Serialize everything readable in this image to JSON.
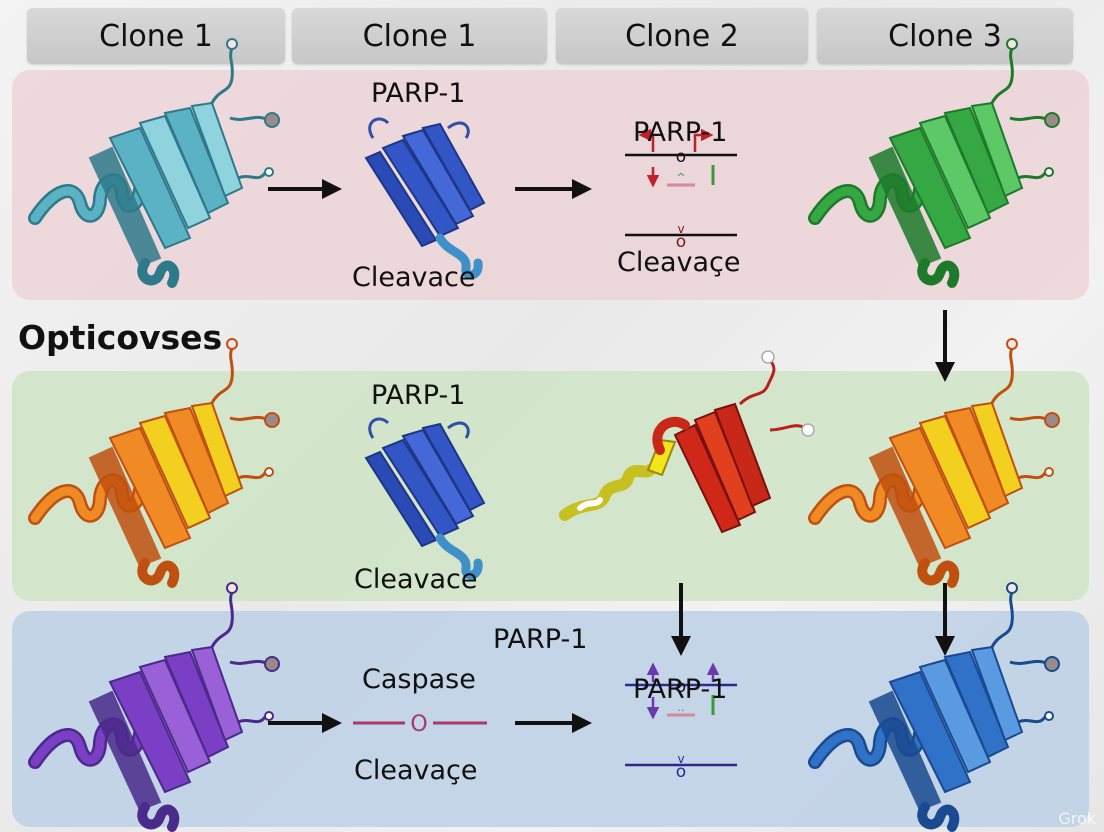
{
  "header": {
    "tabs": [
      "Clone 1",
      "Clone 1",
      "Clone 2",
      "Clone 3"
    ]
  },
  "side_label": "Opticovses",
  "row1": {
    "col2_top": "PARP-1",
    "col2_bottom": "Cleavace",
    "col3_top": "PARP-1",
    "col3_bottom": "Cleavaçe"
  },
  "row2": {
    "col2_top": "PARP-1",
    "col2_bottom": "Cleavace"
  },
  "row3": {
    "parp_upper": "PARP-1",
    "col2_top": "Caspase",
    "col2_bottom": "Cleavaçe",
    "col3_top": "PARP-1"
  },
  "watermark": "Grok",
  "colors": {
    "row1_bg": "#ecced4",
    "row2_bg": "#cde4c4",
    "row3_bg": "#bcd0e5",
    "header_tab": "#d0d0d0"
  }
}
